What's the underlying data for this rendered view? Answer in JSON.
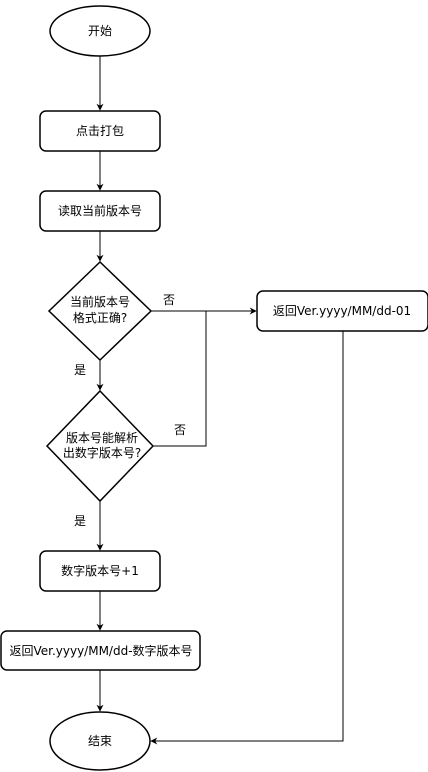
{
  "nodes": {
    "start": "开始",
    "click_package": "点击打包",
    "read_version": "读取当前版本号",
    "check_format_line1": "当前版本号",
    "check_format_line2": "格式正确?",
    "check_parse_line1": "版本号能解析",
    "check_parse_line2": "出数字版本号?",
    "increment": "数字版本号+1",
    "return_numeric": "返回Ver.yyyy/MM/dd-数字版本号",
    "return_default": "返回Ver.yyyy/MM/dd-01",
    "end": "结束"
  },
  "edges": {
    "yes_format": "是",
    "no_format": "否",
    "yes_parse": "是",
    "no_parse": "否"
  }
}
